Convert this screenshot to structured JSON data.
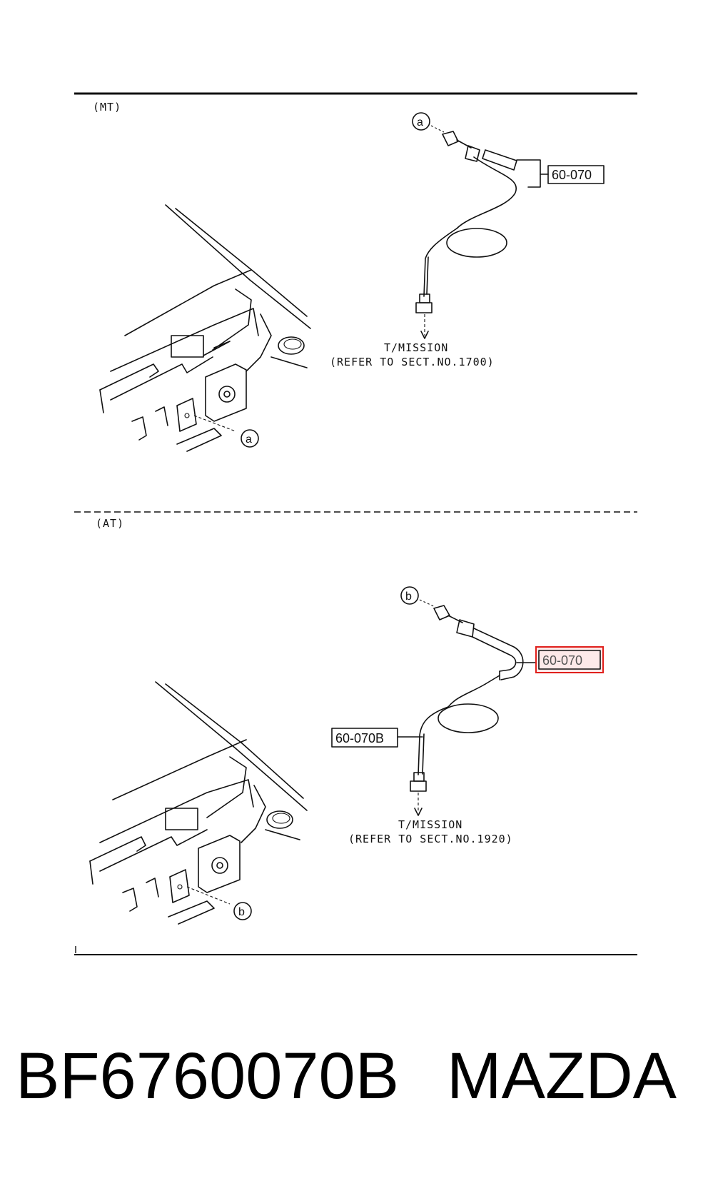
{
  "sections": {
    "mt": {
      "label": "(MT)",
      "callout": "a",
      "part": "60-070",
      "note_line1": "T/MISSION",
      "note_line2": "(REFER TO SECT.NO.1700)"
    },
    "at": {
      "label": "(AT)",
      "callout": "b",
      "part_highlighted": "60-070",
      "part_secondary": "60-070B",
      "note_line1": "T/MISSION",
      "note_line2": "(REFER TO SECT.NO.1920)"
    }
  },
  "footer": {
    "part_number": "BF6760070B",
    "brand": "MAZDA"
  },
  "colors": {
    "ink": "#111111",
    "highlight_border": "#e0201c",
    "highlight_fill": "#fde9e9"
  }
}
